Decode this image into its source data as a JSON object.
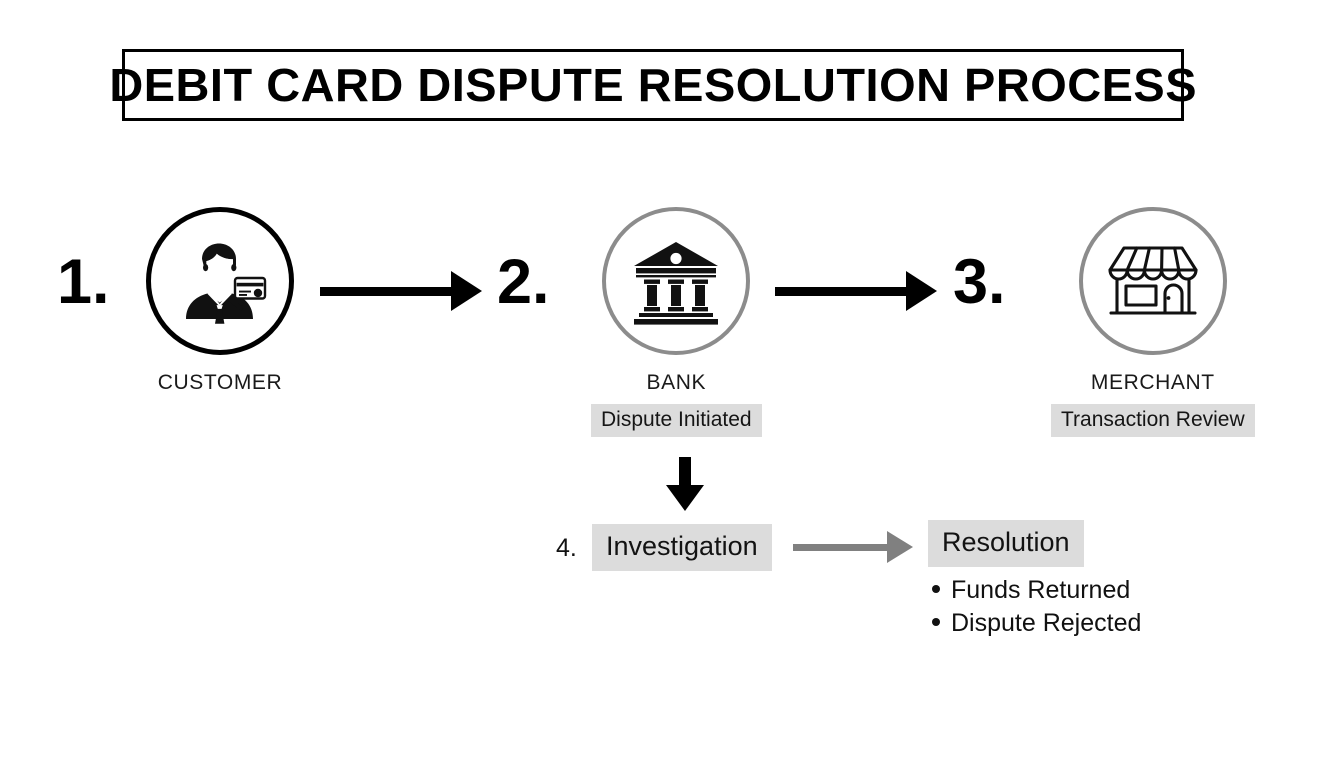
{
  "title": "DEBIT CARD DISPUTE RESOLUTION PROCESS",
  "colors": {
    "background": "#ffffff",
    "ink": "#000000",
    "tag_background": "#dcdcdc",
    "gray_ring": "#8c8c8c",
    "gray_arrow": "#808080"
  },
  "steps": [
    {
      "number": "1.",
      "icon": "customer-with-card-icon",
      "label": "CUSTOMER",
      "tag": null,
      "ring": "black"
    },
    {
      "number": "2.",
      "icon": "bank-building-icon",
      "label": "BANK",
      "tag": "Dispute Initiated",
      "ring": "gray"
    },
    {
      "number": "3.",
      "icon": "storefront-icon",
      "label": "MERCHANT",
      "tag": "Transaction Review",
      "ring": "gray"
    }
  ],
  "bottom": {
    "number": "4.",
    "investigation_label": "Investigation",
    "resolution_label": "Resolution",
    "outcomes": [
      "Funds Returned",
      "Dispute Rejected"
    ]
  }
}
